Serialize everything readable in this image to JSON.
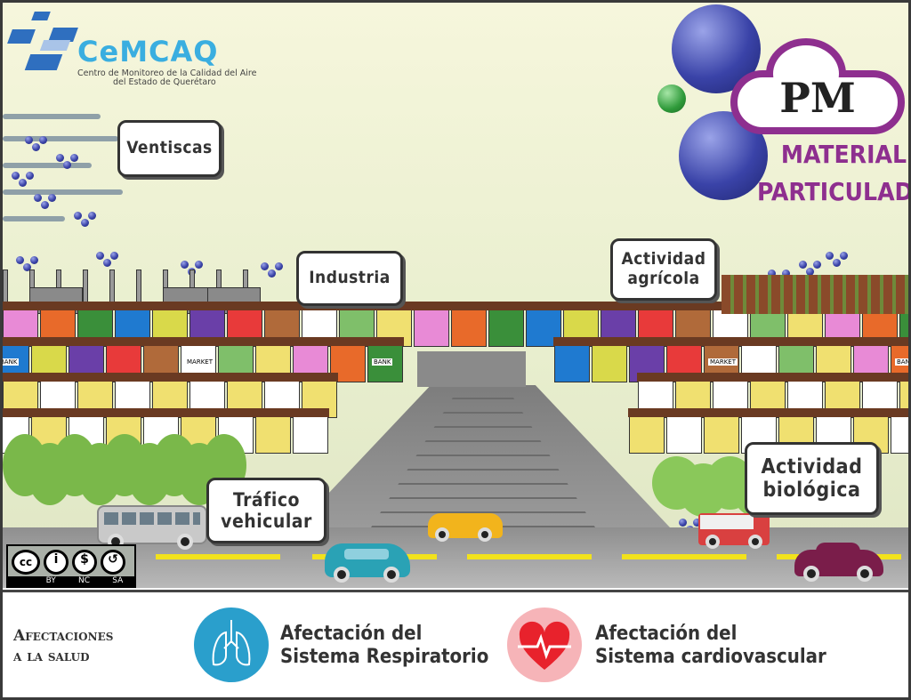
{
  "logo": {
    "name": "CeMCAQ",
    "subtitle_line1": "Centro de Monitoreo de la Calidad del Aire",
    "subtitle_line2": "del Estado de Querétaro"
  },
  "pm": {
    "badge": "PM",
    "title_line1": "MATERIAL",
    "title_line2": "PARTICULADO"
  },
  "sources": {
    "ventiscas": "Ventiscas",
    "industria": "Industria",
    "agricola_line1": "Actividad",
    "agricola_line2": "agrícola",
    "biologica_line1": "Actividad",
    "biologica_line2": "biológica",
    "trafico_line1": "Tráfico",
    "trafico_line2": "vehicular"
  },
  "city_signs": {
    "bank": "BANK",
    "market": "MARKET"
  },
  "license": {
    "cc": "cc",
    "by": "BY",
    "nc": "NC",
    "sa": "SA"
  },
  "health": {
    "heading_line1": "Afectaciones",
    "heading_line2": "a la salud",
    "respiratory_line1": "Afectación del",
    "respiratory_line2": "Sistema Respiratorio",
    "cardio_line1": "Afectación del",
    "cardio_line2": "Sistema cardiovascular"
  },
  "colors": {
    "pm_purple": "#8e2f8f",
    "lung_blue": "#2a9fcc",
    "heart_red": "#e8222c",
    "road_line": "#f2e21c"
  }
}
